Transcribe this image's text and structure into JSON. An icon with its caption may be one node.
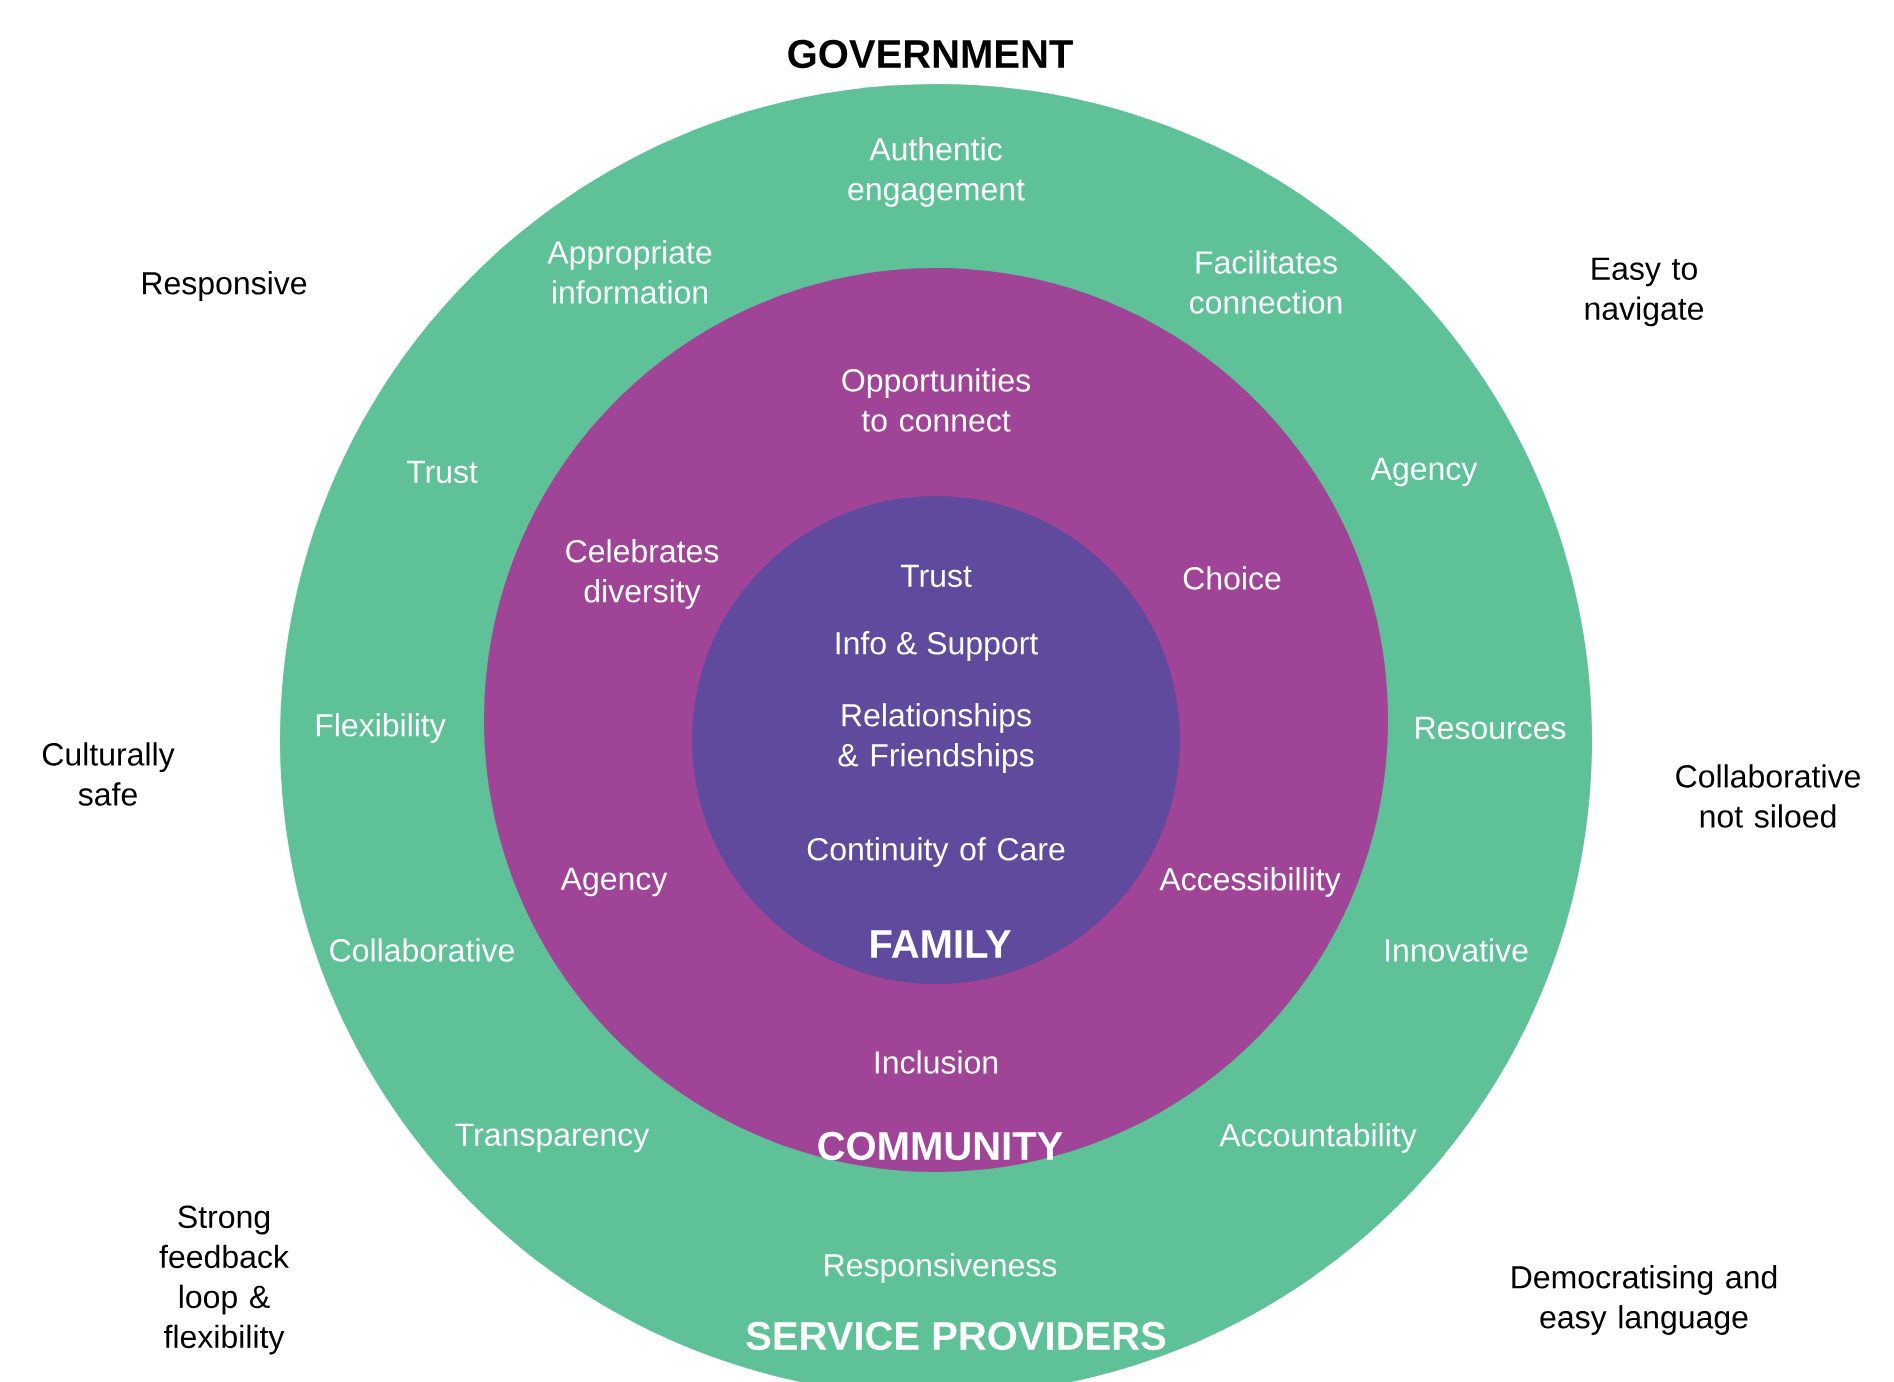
{
  "diagram": {
    "nodes": [
      {
        "text": [
          "GOVERNMENT",
          "Authentic engagement",
          "Appropriate information",
          "Facilitates connection",
          "Trust",
          "Agency",
          "Flexibility",
          "Resources",
          "Collaborative",
          "Innovative",
          "Transparency",
          "Accountability",
          "Responsiveness",
          "SERVICE PROVIDERS"
        ]
      },
      {
        "text": [
          "Opportunities to connect",
          "Celebrates diversity",
          "Choice",
          "Agency",
          "Accessibillity",
          "Inclusion",
          "COMMUNITY"
        ],
        "in": 0
      },
      {
        "text": [
          "Trust",
          "Info & Support",
          "Relationships & Friendships",
          "Continuity of Care",
          "FAMILY"
        ],
        "in": 1
      }
    ],
    "labels": [
      "Responsive",
      "Easy to navigate",
      "Culturally safe",
      "Collaborative not siloed",
      "Strong feedback loop & flexibility",
      "Democratising and easy language"
    ]
  }
}
